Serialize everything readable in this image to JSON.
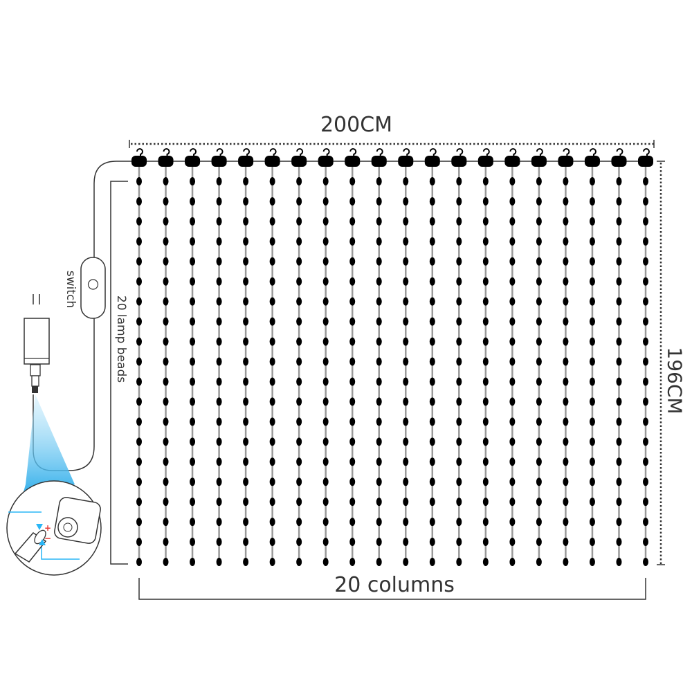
{
  "dimensions": {
    "width": "200CM",
    "height": "196CM",
    "columns": "20 columns",
    "beads_per_column": "20 lamp beads"
  },
  "components": {
    "switch": "switch"
  },
  "layout_counts": {
    "columns": 20,
    "beads_per_column": 20
  },
  "colors": {
    "beads": "#000000",
    "wire": "#999999",
    "dimension_lines": "#333333",
    "highlight": "#29b6f6",
    "polarity": "#e53935"
  }
}
